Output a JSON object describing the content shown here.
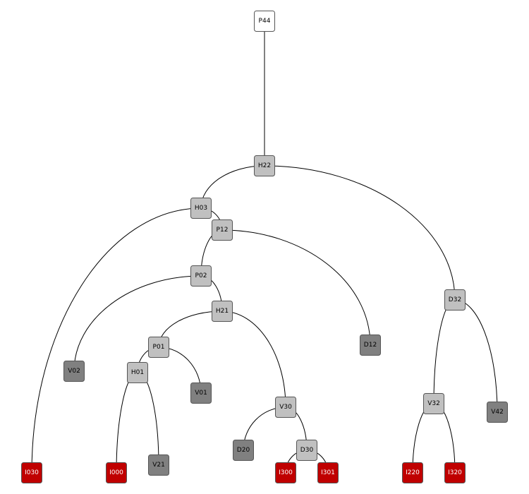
{
  "colors": {
    "root": "#ffffff",
    "internal": "#c0c0c0",
    "leaf": "#808080",
    "red_leaf": "#c00000",
    "label_dark": "#000000",
    "label_light": "#ffffff"
  },
  "nodes": [
    {
      "id": "P44",
      "label": "P44",
      "kind": "root"
    },
    {
      "id": "H22",
      "label": "H22",
      "kind": "internal"
    },
    {
      "id": "H03",
      "label": "H03",
      "kind": "internal"
    },
    {
      "id": "P12",
      "label": "P12",
      "kind": "internal"
    },
    {
      "id": "P02",
      "label": "P02",
      "kind": "internal"
    },
    {
      "id": "H21",
      "label": "H21",
      "kind": "internal"
    },
    {
      "id": "P01",
      "label": "P01",
      "kind": "internal"
    },
    {
      "id": "H01",
      "label": "H01",
      "kind": "internal"
    },
    {
      "id": "V30",
      "label": "V30",
      "kind": "internal"
    },
    {
      "id": "D30",
      "label": "D30",
      "kind": "internal"
    },
    {
      "id": "D32",
      "label": "D32",
      "kind": "internal"
    },
    {
      "id": "V32",
      "label": "V32",
      "kind": "internal"
    },
    {
      "id": "V02",
      "label": "V02",
      "kind": "leaf"
    },
    {
      "id": "D12",
      "label": "D12",
      "kind": "leaf"
    },
    {
      "id": "V01",
      "label": "V01",
      "kind": "leaf"
    },
    {
      "id": "V21",
      "label": "V21",
      "kind": "leaf"
    },
    {
      "id": "D20",
      "label": "D20",
      "kind": "leaf"
    },
    {
      "id": "V42",
      "label": "V42",
      "kind": "leaf"
    },
    {
      "id": "I030",
      "label": "I030",
      "kind": "red_leaf"
    },
    {
      "id": "I000",
      "label": "I000",
      "kind": "red_leaf"
    },
    {
      "id": "I300",
      "label": "I300",
      "kind": "red_leaf"
    },
    {
      "id": "I301",
      "label": "I301",
      "kind": "red_leaf"
    },
    {
      "id": "I220",
      "label": "I220",
      "kind": "red_leaf"
    },
    {
      "id": "I320",
      "label": "I320",
      "kind": "red_leaf"
    }
  ],
  "edges": [
    {
      "from": "P44",
      "to": "H22"
    },
    {
      "from": "H22",
      "to": "H03"
    },
    {
      "from": "H22",
      "to": "D32"
    },
    {
      "from": "H03",
      "to": "I030"
    },
    {
      "from": "H03",
      "to": "P12"
    },
    {
      "from": "P12",
      "to": "P02"
    },
    {
      "from": "P12",
      "to": "D12"
    },
    {
      "from": "P02",
      "to": "V02"
    },
    {
      "from": "P02",
      "to": "H21"
    },
    {
      "from": "H21",
      "to": "P01"
    },
    {
      "from": "H21",
      "to": "V30"
    },
    {
      "from": "P01",
      "to": "H01"
    },
    {
      "from": "P01",
      "to": "V01"
    },
    {
      "from": "H01",
      "to": "I000"
    },
    {
      "from": "H01",
      "to": "V21"
    },
    {
      "from": "V30",
      "to": "D20"
    },
    {
      "from": "V30",
      "to": "D30"
    },
    {
      "from": "D30",
      "to": "I300"
    },
    {
      "from": "D30",
      "to": "I301"
    },
    {
      "from": "D32",
      "to": "V32"
    },
    {
      "from": "D32",
      "to": "V42"
    },
    {
      "from": "V32",
      "to": "I220"
    },
    {
      "from": "V32",
      "to": "I320"
    }
  ]
}
